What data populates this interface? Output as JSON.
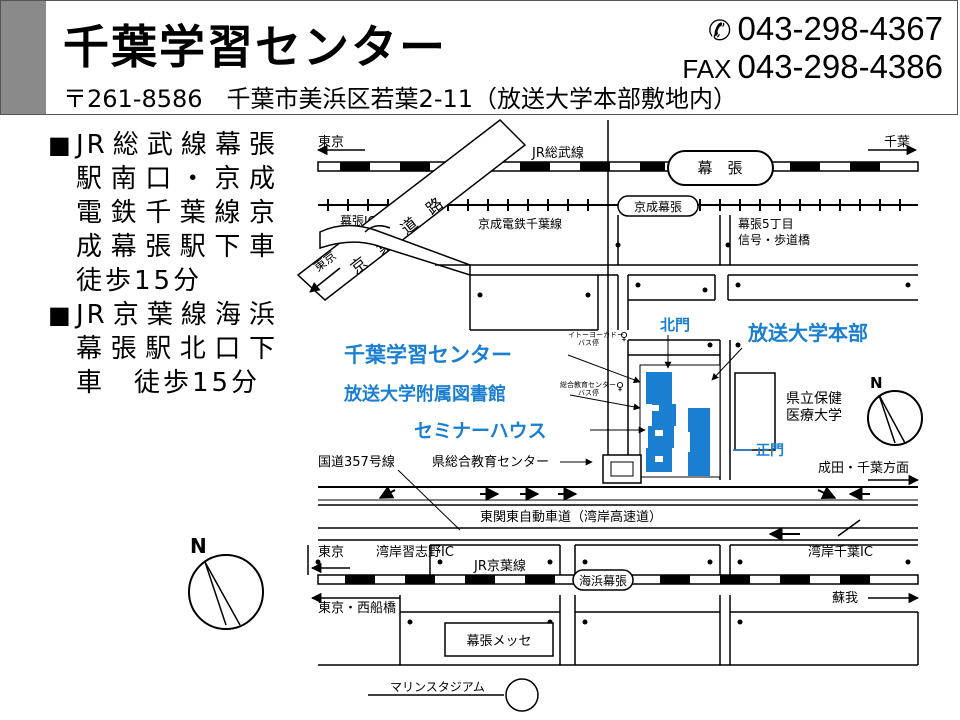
{
  "header": {
    "title": "千葉学習センター",
    "tel": "043-298-4367",
    "fax_label": "FAX",
    "fax": "043-298-4386",
    "address": "〒261-8586　千葉市美浜区若葉2-11（放送大学本部敷地内）"
  },
  "access": [
    {
      "marker": "■",
      "text": "JR総武線幕張駅南口・京成電鉄千葉線京成幕張駅下車　徒歩15分"
    },
    {
      "marker": "■",
      "text": "JR京葉線海浜幕張駅北口下車　徒歩15分"
    }
  ],
  "map": {
    "stations": {
      "makuhari": "幕　張",
      "keisei_makuhari": "京成幕張",
      "kaihin_makuhari": "海浜幕張"
    },
    "lines": {
      "jr_sobu": "JR総武線",
      "keisei_chiba": "京成電鉄千葉線",
      "jr_keiyo": "JR京葉線",
      "keiyo_road": "京　葉　道　路",
      "higashi_kanto": "東関東自動車道（湾岸高速道）",
      "route357": "国道357号線"
    },
    "directions": {
      "tokyo_top": "東京",
      "chiba_top": "千葉",
      "tokyo_keiyo": "東京",
      "tokyo_bottom": "東京",
      "tokyo_nishifunabashi": "東京・西船橋",
      "narita_chiba": "成田・千葉方面",
      "soga": "蘇我"
    },
    "interchanges": {
      "makuhari_ic": "幕張IC",
      "wangan_narashino": "湾岸習志野IC",
      "wangan_chiba": "湾岸千葉IC"
    },
    "places": {
      "signal": "幕張5丁目",
      "signal2": "信号・歩道橋",
      "kitamon": "北門",
      "seimon": "正門",
      "ito_yokado": "イトーヨーカドー",
      "bus_stop": "バス停",
      "sogo_center_bus": "総合教育センター",
      "hoso_honbu": "放送大学本部",
      "chiba_center": "千葉学習センター",
      "library": "放送大学附属図書館",
      "seminar_house": "セミナーハウス",
      "kenritsu": "県立保健",
      "kenritsu2": "医療大学",
      "kensogo": "県総合教育センター",
      "messe": "幕張メッセ",
      "marine_stadium": "マリンスタジアム"
    },
    "north": "N",
    "colors": {
      "accent": "#1b7fd1",
      "building": "#1b7fd1"
    }
  }
}
